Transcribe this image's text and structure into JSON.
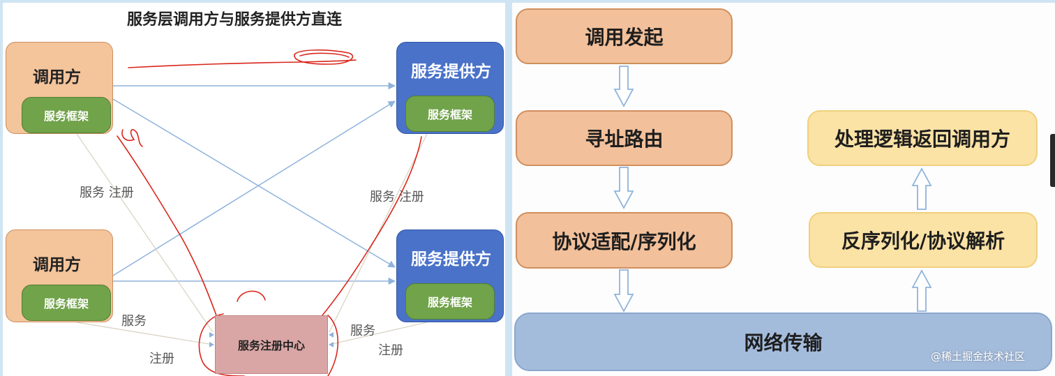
{
  "left": {
    "title": "服务层调用方与服务提供方直连",
    "caller_top": {
      "label": "调用方",
      "framework": "服务框架"
    },
    "caller_bottom": {
      "label": "调用方",
      "framework": "服务框架"
    },
    "provider_top": {
      "label": "服务提供方",
      "framework": "服务框架"
    },
    "provider_bottom": {
      "label": "服务提供方",
      "framework": "服务框架"
    },
    "registry": "服务注册中心",
    "edge_labels": {
      "top_left": "服务  注册",
      "top_right": "服务  注册",
      "bottom_left_service": "服务",
      "bottom_left_register": "注册",
      "bottom_right_service": "服务",
      "bottom_right_register": "注册"
    },
    "colors": {
      "caller": "#f4c49b",
      "provider": "#4a72c9",
      "framework": "#71a34a",
      "registry": "#d9a6a5",
      "connector": "#8fb3dc",
      "annotation": "#d9261c"
    }
  },
  "right": {
    "steps": {
      "initiate": "调用发起",
      "routing": "寻址路由",
      "serialize": "协议适配/序列化",
      "network": "网络传输",
      "deserialize": "反序列化/协议解析",
      "return": "处理逻辑返回调用方"
    },
    "colors": {
      "orange": "#f2c09a",
      "yellow": "#fbe2a5",
      "blue": "#a4bcdc"
    }
  },
  "watermark": "@稀土掘金技术社区"
}
